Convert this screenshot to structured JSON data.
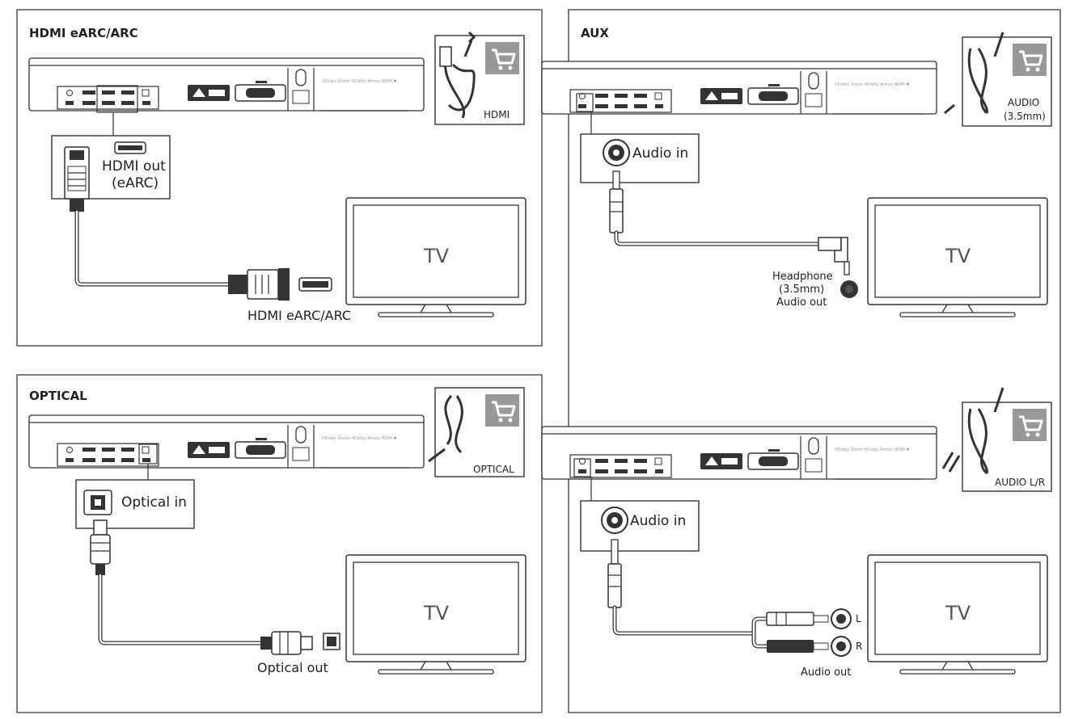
{
  "panels": {
    "hdmi": {
      "title": "HDMI eARC/ARC",
      "box_label_line1": "HDMI out",
      "box_label_line2": "(eARC)",
      "tv_label": "TV",
      "tv_port_label": "HDMI eARC/ARC",
      "shop_label": "HDMI"
    },
    "aux": {
      "title": "AUX",
      "box_label": "Audio in",
      "tv_label": "TV",
      "tv_port_line1": "Headphone",
      "tv_port_line2": "(3.5mm)",
      "tv_port_line3": "Audio out",
      "shop_label_line1": "AUDIO",
      "shop_label_line2": "(3.5mm)"
    },
    "optical": {
      "title": "OPTICAL",
      "box_label": "Optical in",
      "tv_label": "TV",
      "tv_port_label": "Optical out",
      "shop_label": "OPTICAL"
    },
    "aux_lr": {
      "box_label": "Audio in",
      "tv_label": "TV",
      "left_label": "L",
      "right_label": "R",
      "tv_port_label": "Audio out",
      "shop_label": "AUDIO L/R"
    }
  },
  "icons": {
    "shop": "shopping-cart-icon"
  }
}
